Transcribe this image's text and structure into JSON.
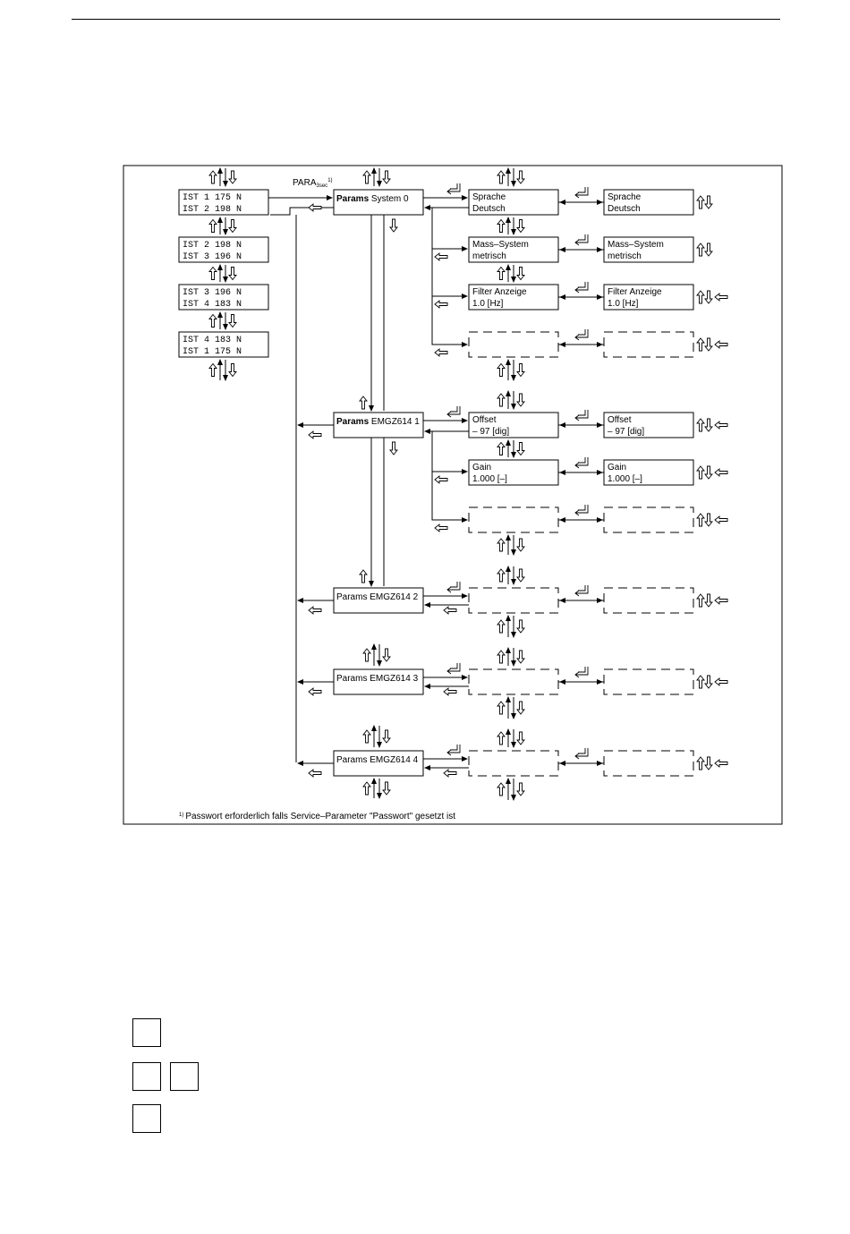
{
  "ist_displays": [
    {
      "line1": "IST 1        175  N",
      "line2": "IST 2        198  N"
    },
    {
      "line1": "IST 2        198  N",
      "line2": "IST 3        196  N"
    },
    {
      "line1": "IST 3        196  N",
      "line2": "IST 4        183  N"
    },
    {
      "line1": "IST 4        183  N",
      "line2": "IST 1        175  N"
    }
  ],
  "para_label": "PARA",
  "para_sub": "3sec",
  "para_sup": "1)",
  "params": [
    {
      "bold": "Params",
      "rest": " System     0"
    },
    {
      "bold": "Params",
      "rest": " EMGZ614  1"
    },
    {
      "bold": "",
      "rest": "Params EMGZ614 2"
    },
    {
      "bold": "",
      "rest": "Params EMGZ614 3"
    },
    {
      "bold": "",
      "rest": "Params EMGZ614 4"
    }
  ],
  "sub_menus": {
    "system": [
      {
        "line1": "Sprache",
        "line2": "Deutsch",
        "edit1": "Sprache",
        "edit2": "Deutsch"
      },
      {
        "line1": "Mass–System",
        "line2": "metrisch",
        "edit1": "Mass–System",
        "edit2": "metrisch"
      },
      {
        "line1": "Filter  Anzeige",
        "line2": "  1.0        [Hz]",
        "edit1": "Filter  Anzeige",
        "edit2": "  1.0        [Hz]"
      }
    ],
    "emgz1": [
      {
        "line1": "Offset",
        "line2": "–    97       [dig]",
        "edit1": "Offset",
        "edit2": "–    97       [dig]"
      },
      {
        "line1": "Gain",
        "line2": "  1.000        [–]",
        "edit1": "Gain",
        "edit2": "  1.000        [–]"
      }
    ]
  },
  "footnote_mark": "1)",
  "footnote_text": "Passwort  erforderlich  falls  Service–Parameter  \"Passwort\"  gesetzt  ist"
}
